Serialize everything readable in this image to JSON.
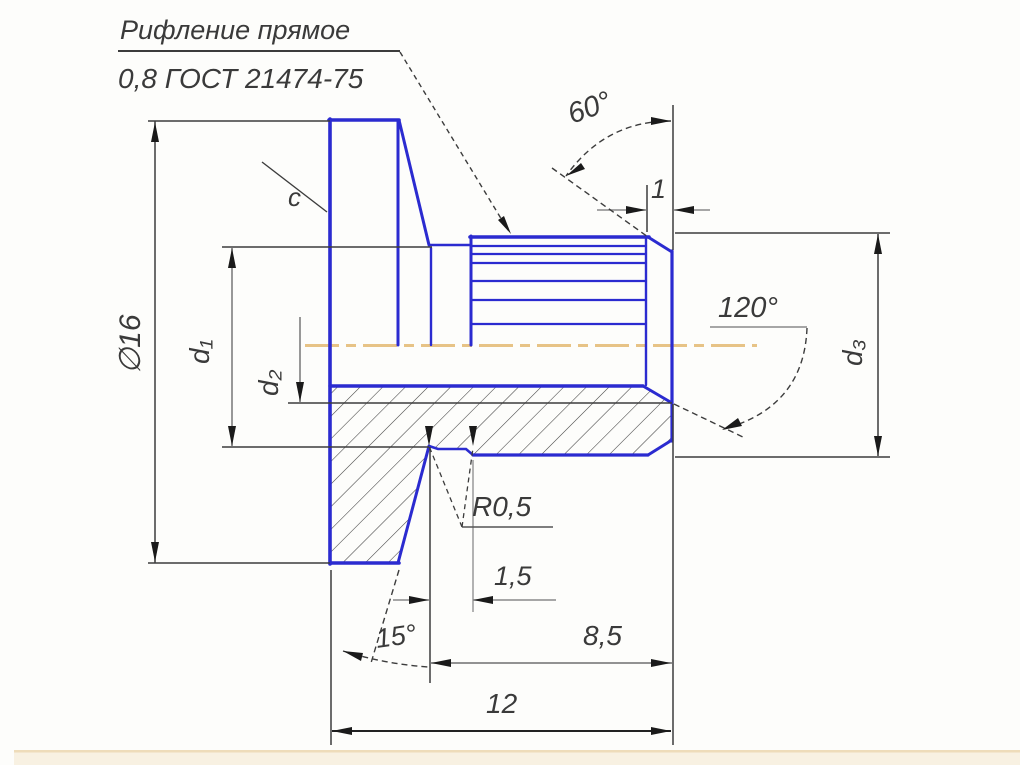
{
  "drawing": {
    "callout": {
      "line1": "Рифление прямое",
      "line2": "0,8 ГОСТ 21474-75"
    },
    "labels": {
      "flange_diameter": "∅16",
      "d1": "d₁",
      "d2": "d₂",
      "d3": "d₃",
      "chamfer": "c",
      "angle60": "60°",
      "dim_one": "1",
      "angle120": "120°",
      "radius": "R0,5",
      "dim_one_five": "1,5",
      "angle15": "15°",
      "dim_eight_five": "8,5",
      "dim_twelve": "12"
    },
    "colors": {
      "outline_blue": "#2b2bd0",
      "center_line_orange": "#e7c386",
      "dimension_gray": "#3a3a3a",
      "bottom_strip": "#f8f1e2"
    }
  }
}
